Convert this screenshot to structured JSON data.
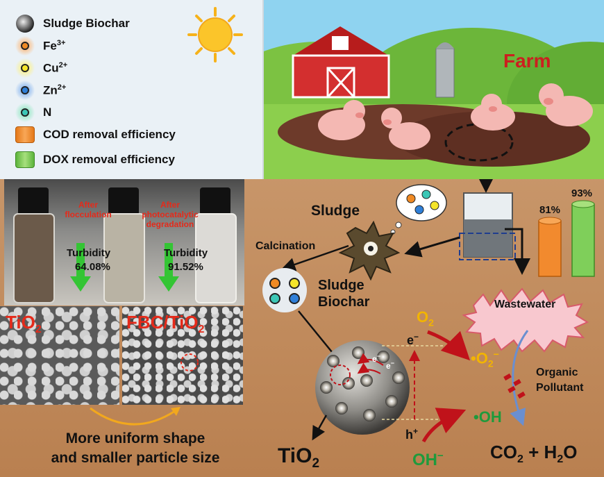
{
  "legend": {
    "items": [
      {
        "label": "Sludge Biochar",
        "icon": "biochar-sphere-icon"
      },
      {
        "label": "Fe",
        "sup": "3+",
        "color": "#f08a24"
      },
      {
        "label": "Cu",
        "sup": "2+",
        "color": "#f5e52a"
      },
      {
        "label": "Zn",
        "sup": "2+",
        "color": "#2f7fd8"
      },
      {
        "label": "N",
        "color": "#3cc7b6"
      },
      {
        "label": "COD removal efficiency",
        "color": "#f28a2e"
      },
      {
        "label": "DOX removal efficiency",
        "color": "#7fcf5a"
      }
    ]
  },
  "farm": {
    "label": "Farm",
    "color": "#cc1f1f"
  },
  "photo": {
    "after_flocculation": "After flocculation",
    "after_photocatalytic": "After photocatalytic degradation",
    "turbidity_label": "Turbidity",
    "turbidity_1": "64.08%",
    "turbidity_2": "91.52%"
  },
  "sem": {
    "left_label": "TiO",
    "left_sub": "2",
    "right_label": "FBC/TiO",
    "right_sub": "2"
  },
  "caption": {
    "line1": "More uniform shape",
    "line2": "and smaller particle size"
  },
  "process": {
    "sludge": "Sludge",
    "calcination": "Calcination",
    "sludge_biochar_1": "Sludge",
    "sludge_biochar_2": "Biochar",
    "wastewater": "Wastewater",
    "bar_cod_value": "81%",
    "bar_dox_value": "93%"
  },
  "photocatalysis": {
    "o2": "O",
    "o2_sub": "2",
    "superoxide": "•O",
    "superoxide_sub": "2",
    "superoxide_sup": "−",
    "electron": "e",
    "electron_sup": "−",
    "hole": "h",
    "hole_sup": "+",
    "oh_radical": "•OH",
    "oh_minus": "OH",
    "oh_minus_sup": "−",
    "organic_1": "Organic",
    "organic_2": "Pollutant",
    "products_a": "CO",
    "products_a_sub": "2",
    "products_b": " + H",
    "products_b_sub": "2",
    "products_c": "O",
    "tio2": "TiO",
    "tio2_sub": "2"
  },
  "colors": {
    "o2": "#f2b400",
    "oh": "#1f9a3c",
    "arrow_red": "#c0121a",
    "cod": "#f28a2e",
    "dox": "#7fcf5a"
  }
}
